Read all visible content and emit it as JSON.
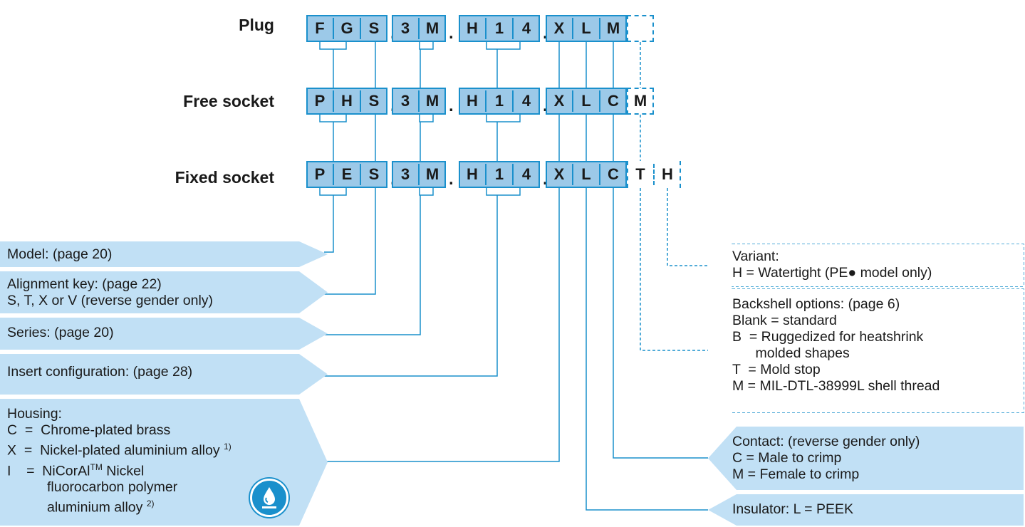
{
  "rows": [
    {
      "label": "Plug",
      "chars": [
        "F",
        "G",
        "S",
        "3",
        "M",
        "H",
        "1",
        "4",
        "X",
        "L",
        "M",
        ""
      ]
    },
    {
      "label": "Free socket",
      "chars": [
        "P",
        "H",
        "S",
        "3",
        "M",
        "H",
        "1",
        "4",
        "X",
        "L",
        "C",
        "M"
      ]
    },
    {
      "label": "Fixed socket",
      "chars": [
        "P",
        "E",
        "S",
        "3",
        "M",
        "H",
        "1",
        "4",
        "X",
        "L",
        "C",
        "T",
        "H"
      ]
    }
  ],
  "separator": ".",
  "callouts_left": {
    "model": [
      "Model: (page 20)"
    ],
    "alignment": [
      "Alignment key: (page 22)",
      "S, T, X or V (reverse gender only)"
    ],
    "series": [
      "Series: (page 20)"
    ],
    "insert": [
      "Insert configuration: (page 28)"
    ],
    "housing": {
      "title": "Housing:",
      "c": "C  =  Chrome-plated brass",
      "x": "X  =  Nickel-plated aluminium alloy",
      "x_note": "1)",
      "i1_pre": "I    =  NiCorAl",
      "i1_sup": "TM",
      "i1_post": " Nickel",
      "i2": "fluorocarbon polymer",
      "i3": "aluminium alloy",
      "i3_note": "2)"
    }
  },
  "callouts_right": {
    "variant": [
      "Variant:",
      "H = Watertight (PE● model only)"
    ],
    "backshell": [
      "Backshell options: (page 6)",
      "Blank = standard",
      "B  = Ruggedized for heatshrink",
      "      molded shapes",
      "T  = Mold stop",
      "M = MIL-DTL-38999L shell thread"
    ],
    "contact": [
      "Contact: (reverse gender only)",
      "C = Male to crimp",
      "M = Female to crimp"
    ],
    "insulator": [
      "Insulator: L = PEEK"
    ]
  },
  "icons": {
    "housing_icon": "water-drop-icon"
  },
  "colors": {
    "box_fill": "#9cc9e8",
    "box_border": "#1a90cc",
    "callout_fill": "#c1e0f5"
  }
}
